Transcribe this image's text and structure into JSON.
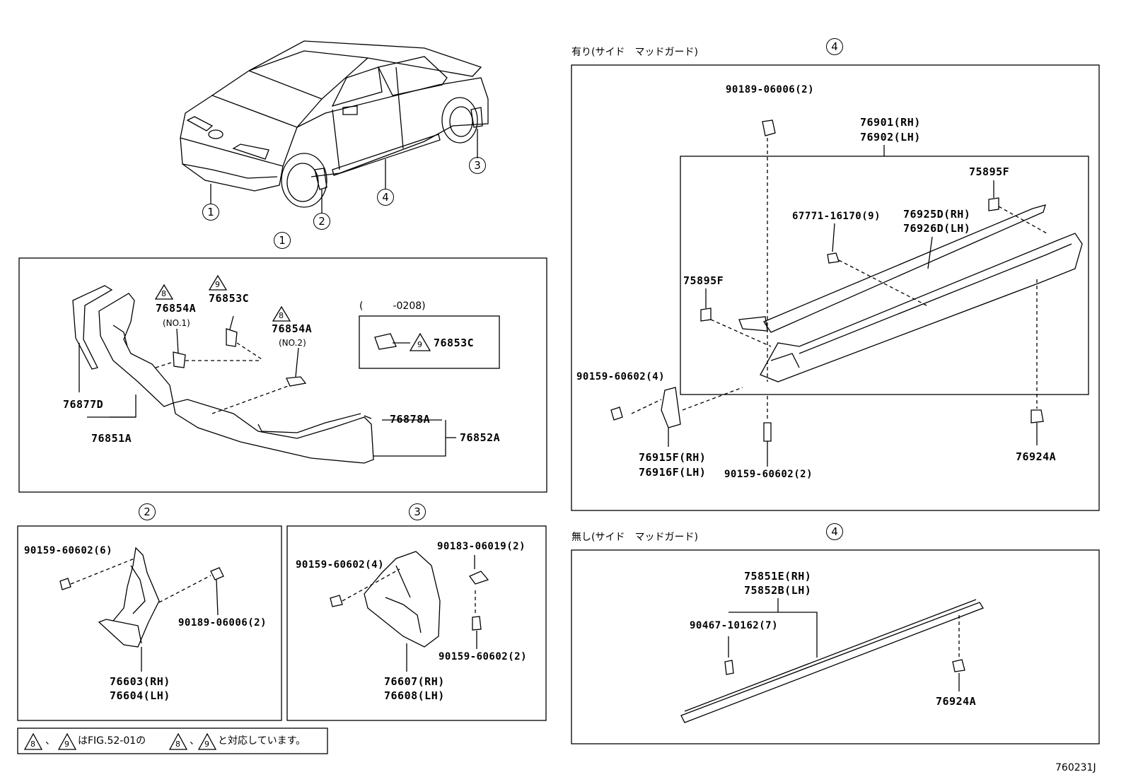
{
  "overview": {
    "c1": "1",
    "c2": "2",
    "c3": "3",
    "c4": "4"
  },
  "sec1": {
    "header": "1",
    "parts": {
      "p76877D": "76877D",
      "p76851A": "76851A",
      "p76854A_1": "76854A",
      "no1": "(NO.1)",
      "p76853C": "76853C",
      "p76854A_2": "76854A",
      "no2": "(NO.2)",
      "p76878A": "76878A",
      "p76852A": "76852A",
      "tri8a": "8",
      "tri9a": "9",
      "tri8b": "8"
    },
    "inset": {
      "range": "(　　　-0208)",
      "part": "76853C",
      "tri": "9"
    }
  },
  "sec2": {
    "header": "2",
    "parts": {
      "bolt": "90159-60602(6)",
      "clip": "90189-06006(2)",
      "rh": "76603(RH)",
      "lh": "76604(LH)"
    }
  },
  "sec3": {
    "header": "3",
    "parts": {
      "bolt": "90159-60602(4)",
      "nut": "90183-06019(2)",
      "bolt2": "90159-60602(2)",
      "rh": "76607(RH)",
      "lh": "76608(LH)"
    }
  },
  "note": {
    "tri8": "8",
    "tri9": "9",
    "tri8b": "8",
    "tri9b": "9",
    "sep": "、",
    "text1": "はFIG.52-01の",
    "text2": "と対応しています。"
  },
  "sec4a": {
    "title": "有り(サイド　マッドガード)",
    "header": "4",
    "parts": {
      "clip": "90189-06006(2)",
      "rh": "76901(RH)",
      "lh": "76902(LH)",
      "tape1": "75895F",
      "tape2": "75895F",
      "clip2": "67771-16170(9)",
      "mold_rh": "76925D(RH)",
      "mold_lh": "76926D(LH)",
      "bolt": "90159-60602(4)",
      "guard_rh": "76915F(RH)",
      "guard_lh": "76916F(LH)",
      "bolt2": "90159-60602(2)",
      "nut": "76924A"
    }
  },
  "sec4b": {
    "title": "無し(サイド　マッドガード)",
    "header": "4",
    "parts": {
      "rh": "75851E(RH)",
      "lh": "75852B(LH)",
      "clip": "90467-10162(7)",
      "nut": "76924A"
    }
  },
  "figure_id": "760231J"
}
